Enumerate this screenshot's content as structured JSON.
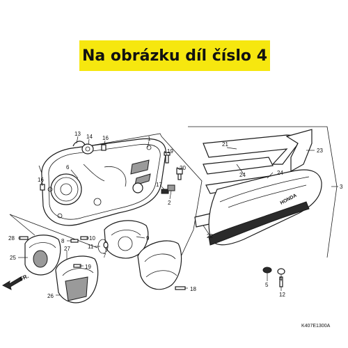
{
  "banner": {
    "text": "Na obrázku díl číslo 4"
  },
  "diagram_code": "K407E1300A",
  "fr_arrow_label": "FR.",
  "brand_mark": "HONDA",
  "callouts": [
    "13",
    "14",
    "16",
    "1",
    "19",
    "20",
    "6",
    "16",
    "17",
    "2",
    "21",
    "23",
    "24",
    "24",
    "3",
    "22",
    "28",
    "8",
    "10",
    "11",
    "7",
    "25",
    "27",
    "9",
    "19",
    "5",
    "4",
    "12",
    "26",
    "18"
  ]
}
